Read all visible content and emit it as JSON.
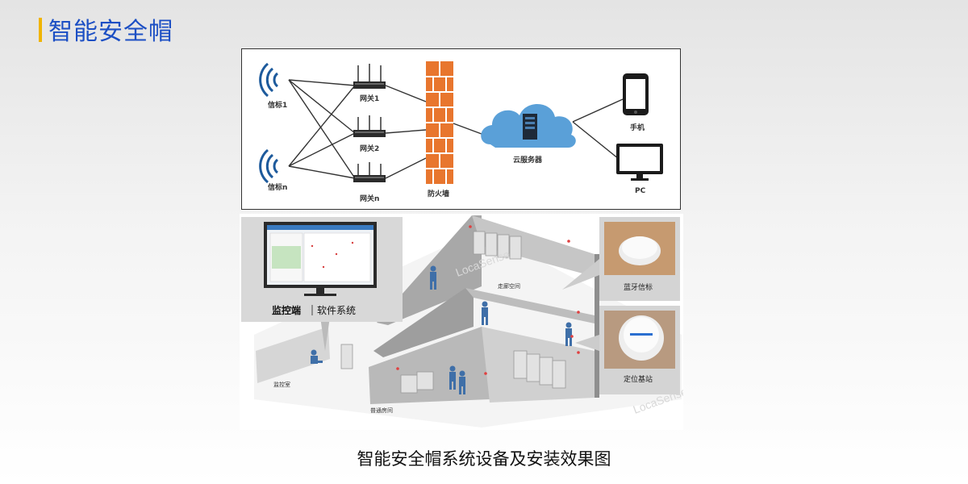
{
  "page": {
    "title": "智能安全帽",
    "caption": "智能安全帽系统设备及安装效果图"
  },
  "topology": {
    "beacon_1": "信标1",
    "beacon_n": "信标n",
    "gateway_1": "网关1",
    "gateway_2": "网关2",
    "gateway_n": "网关n",
    "firewall": "防火墙",
    "cloud_server": "云服务器",
    "phone": "手机",
    "pc": "PC"
  },
  "scene": {
    "monitor_title": "监控端",
    "monitor_subtitle": "软件系统",
    "bluetooth_beacon": "蓝牙信标",
    "positioning_station": "定位基站",
    "monitor_room": "监控室",
    "corridor": "走廊空间",
    "ordinary_room": "普通房间",
    "watermark": "LocaSense"
  },
  "colors": {
    "title": "#1c4fc4",
    "accent_bar": "#f0b400",
    "firewall": "#e8762e",
    "cloud": "#5aa0d8",
    "person": "#3f6fa8"
  }
}
